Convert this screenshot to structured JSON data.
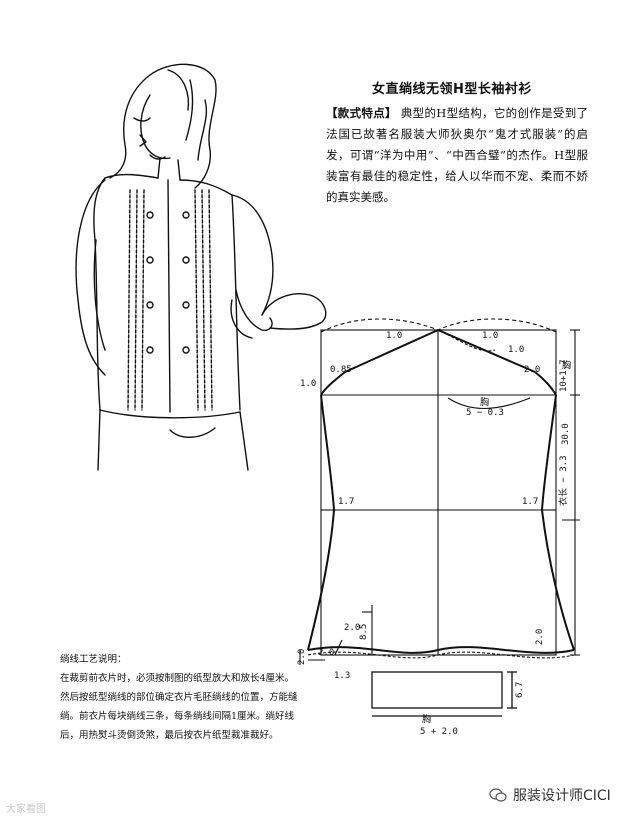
{
  "title": "女直绱线无领H型长袖衬衫",
  "description": {
    "lead": "【款式特点】",
    "text": "典型的H型结构，它的创作是受到了法国已故著名服装大师狄奥尔“鬼才式服装”的启发，可谓“洋为中用”、“中西合璧”的杰作。H型服装富有最佳的稳定性，给人以华而不宠、柔而不娇的真实美感。"
  },
  "process": {
    "heading": "绱线工艺说明：",
    "lines": [
      "在裁剪前衣片时，必须按制图的纸型放大和放长4厘米。然后按纸型绱线的部位确定衣片毛胚绱线的位置，方能缝绱。前衣片每块绱线三条，每条绱线间隔1厘米。绱好线后，用热熨斗烫倒烫煞，最后按衣片纸型裁准裁好。"
    ]
  },
  "pattern_labels": {
    "shoulder_left": "1.0",
    "shoulder_right": "1.0",
    "neck_back": "1.0",
    "shoulder_drop": "1.0",
    "side_neck": "0.85",
    "armhole_offset": "2.0",
    "chest_formula": "胸\n5 − 0.3",
    "chest_num": "胸",
    "chest_den": "5 − 0.3",
    "armhole_depth": "胸\n10 + 1.7",
    "armhole_depth_num": "胸",
    "armhole_depth_den": "10+1.7",
    "length_upper": "30.0",
    "length_total": "衣长 − 3.3",
    "waist_left": "1.7",
    "waist_right": "1.7",
    "hem_left_side": "2.0",
    "hem_left_bottom": "2.0",
    "hem_right_side": "2.0",
    "dart_left": "2.0",
    "dart_height": "8.5",
    "hem_corner": "1.3",
    "yoke_height": "6.7",
    "yoke_width_num": "胸",
    "yoke_width_den": "5 + 2.0"
  },
  "watermark_left": "大家看图",
  "watermark_right": "服装设计师CICI",
  "colors": {
    "ink": "#111111",
    "watermark": "#c9c9c9"
  }
}
